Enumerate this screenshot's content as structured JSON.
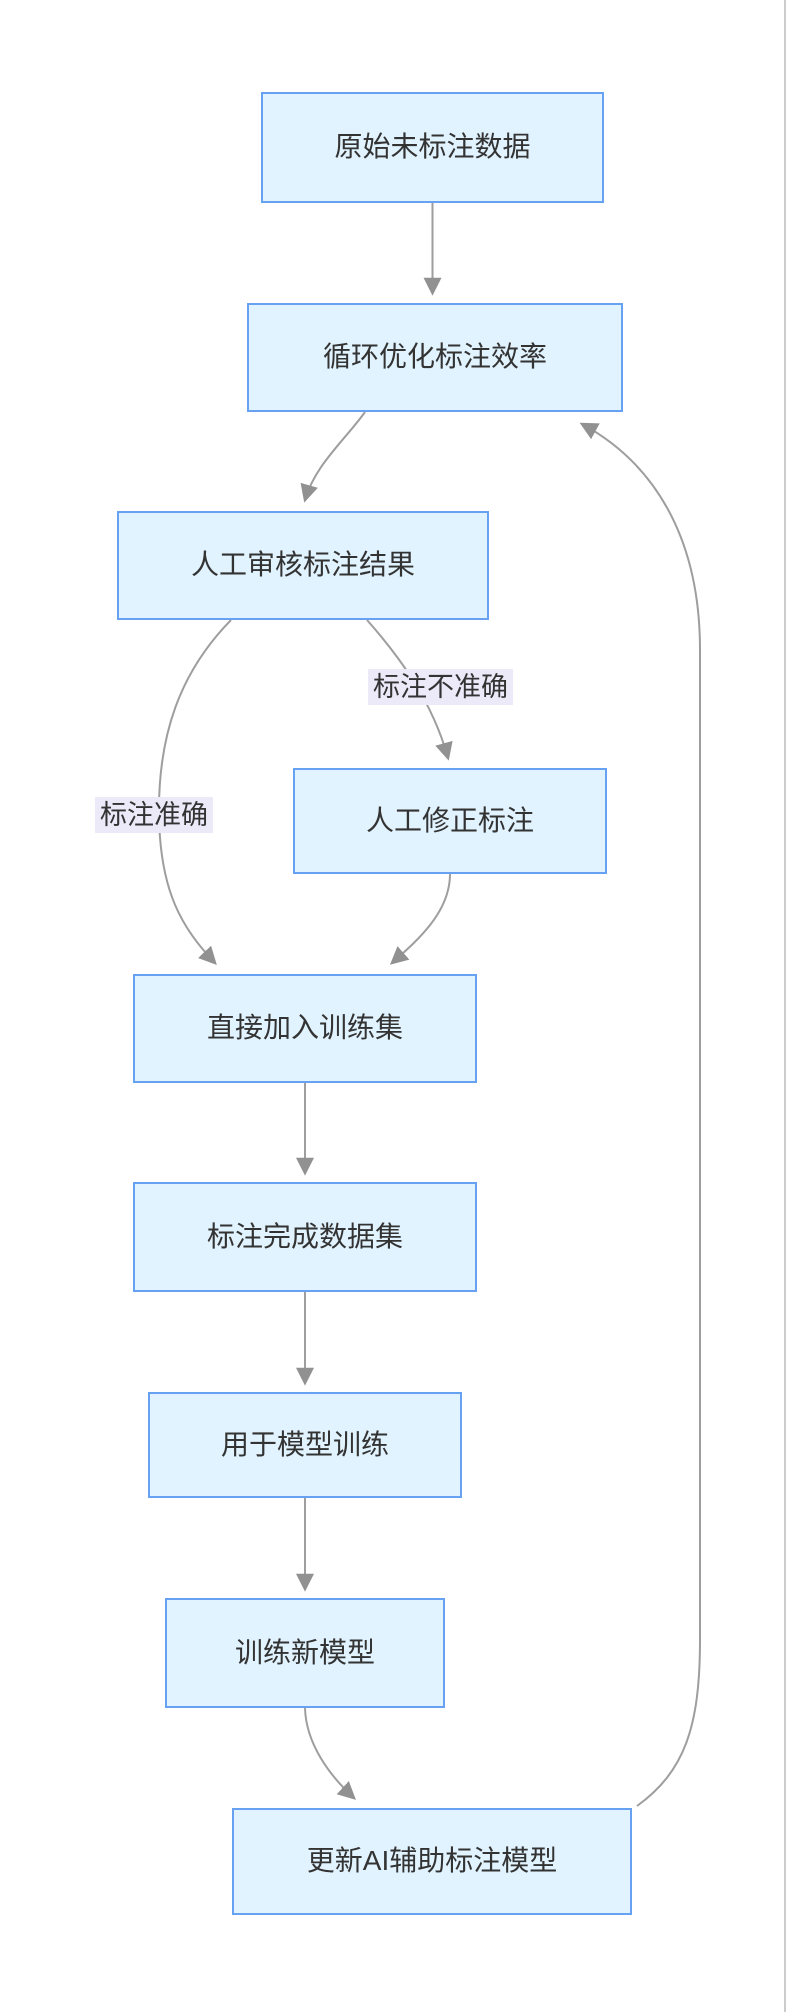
{
  "diagram": {
    "type": "flowchart",
    "direction": "top-down",
    "nodes": [
      {
        "id": "raw",
        "label": "原始未标注数据"
      },
      {
        "id": "loop",
        "label": "循环优化标注效率"
      },
      {
        "id": "review",
        "label": "人工审核标注结果"
      },
      {
        "id": "correction",
        "label": "人工修正标注"
      },
      {
        "id": "add",
        "label": "直接加入训练集"
      },
      {
        "id": "dataset",
        "label": "标注完成数据集"
      },
      {
        "id": "training",
        "label": "用于模型训练"
      },
      {
        "id": "newmodel",
        "label": "训练新模型"
      },
      {
        "id": "update",
        "label": "更新AI辅助标注模型"
      }
    ],
    "edges": [
      {
        "from": "原始未标注数据",
        "to": "循环优化标注效率",
        "label": ""
      },
      {
        "from": "循环优化标注效率",
        "to": "人工审核标注结果",
        "label": ""
      },
      {
        "from": "人工审核标注结果",
        "to": "人工修正标注",
        "label": "标注不准确"
      },
      {
        "from": "人工审核标注结果",
        "to": "直接加入训练集",
        "label": "标注准确"
      },
      {
        "from": "人工修正标注",
        "to": "直接加入训练集",
        "label": ""
      },
      {
        "from": "直接加入训练集",
        "to": "标注完成数据集",
        "label": ""
      },
      {
        "from": "标注完成数据集",
        "to": "用于模型训练",
        "label": ""
      },
      {
        "from": "用于模型训练",
        "to": "训练新模型",
        "label": ""
      },
      {
        "from": "训练新模型",
        "to": "更新AI辅助标注模型",
        "label": ""
      },
      {
        "from": "更新AI辅助标注模型",
        "to": "循环优化标注效率",
        "label": ""
      }
    ],
    "colors": {
      "node_fill": "#e1f3fe",
      "node_border": "#66a1f2",
      "edge": "#9e9e9e",
      "arrow": "#919191",
      "edge_label_bg": "#eceaf9",
      "text": "#333333"
    }
  }
}
